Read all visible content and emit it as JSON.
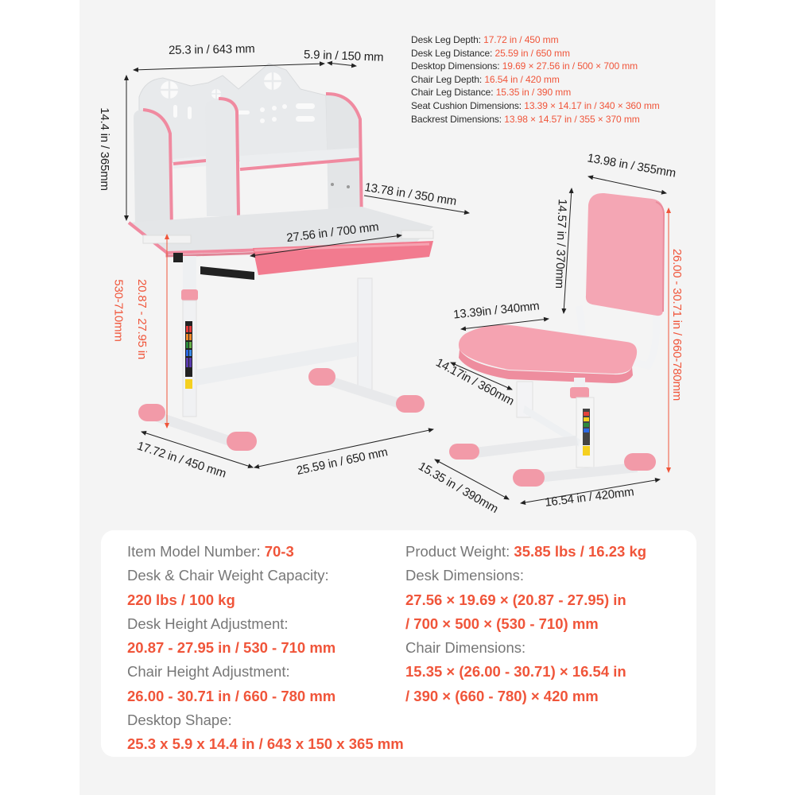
{
  "colors": {
    "accent": "#f0553a",
    "panel_bg": "#f4f4f4",
    "card_bg": "#ffffff",
    "pink": "#f29aa8",
    "desk_gray": "#e4e6e8"
  },
  "spec_list": [
    {
      "label": "Desk Leg Depth: ",
      "value": "17.72 in / 450 mm"
    },
    {
      "label": "Desk Leg Distance: ",
      "value": "25.59 in / 650 mm"
    },
    {
      "label": "Desktop Dimensions: ",
      "value": "19.69 × 27.56 in / 500 × 700 mm"
    },
    {
      "label": "Chair Leg Depth: ",
      "value": "16.54 in / 420 mm"
    },
    {
      "label": "Chair Leg Distance: ",
      "value": "15.35 in / 390 mm"
    },
    {
      "label": "Seat Cushion Dimensions: ",
      "value": "13.39 × 14.17 in / 340 × 360 mm"
    },
    {
      "label": "Backrest Dimensions: ",
      "value": "13.98 × 14.57 in / 355 × 370 mm"
    }
  ],
  "desk_dims": {
    "shelf_width": "25.3 in / 643 mm",
    "shelf_depth": "5.9 in / 150 mm",
    "shelf_height": "14.4 in / 365mm",
    "desktop_side": "13.78 in / 350 mm",
    "desktop_width": "27.56 in / 700 mm",
    "height_in": "20.87 - 27.95 in",
    "height_mm": "530-710mm",
    "leg_depth": "17.72 in / 450 mm",
    "leg_distance": "25.59 in / 650 mm"
  },
  "chair_dims": {
    "backrest_width": "13.98 in / 355mm",
    "backrest_height": "14.57 in / 370mm",
    "seat_width": "13.39in / 340mm",
    "seat_depth": "14.17in / 360mm",
    "total_height": "26.00 - 30.71 in / 660-780mm",
    "leg_distance": "15.35 in / 390mm",
    "leg_depth": "16.54 in / 420mm"
  },
  "specs_card": {
    "left": [
      {
        "label": "Item Model Number: ",
        "value": "70-3",
        "inline": true
      },
      {
        "label": "Desk & Chair Weight Capacity:"
      },
      {
        "value": "220 lbs / 100 kg"
      },
      {
        "label": "Desk Height Adjustment:"
      },
      {
        "value": "20.87 - 27.95 in / 530 - 710 mm"
      },
      {
        "label": "Chair Height Adjustment:"
      },
      {
        "value": "26.00 - 30.71 in / 660 - 780 mm"
      },
      {
        "label": "Desktop Shape:"
      },
      {
        "value": "25.3 x 5.9 x 14.4 in / 643 x 150 x 365 mm"
      }
    ],
    "right": [
      {
        "label": "Product Weight: ",
        "value": "35.85 lbs / 16.23 kg",
        "inline": true
      },
      {
        "label": "Desk Dimensions:"
      },
      {
        "value": "27.56 × 19.69 × (20.87 - 27.95) in"
      },
      {
        "value": "/ 700 × 500 × (530 - 710) mm"
      },
      {
        "label": "Chair Dimensions:"
      },
      {
        "value": "15.35 × (26.00 - 30.71) × 16.54 in"
      },
      {
        "value": "/ 390 × (660 - 780) × 420 mm"
      }
    ]
  }
}
